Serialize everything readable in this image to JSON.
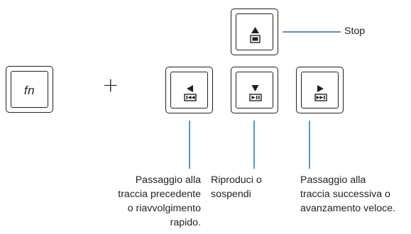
{
  "keys": {
    "fn": {
      "label": "fn",
      "icon": "fn-key-label"
    },
    "plus": "+",
    "stop": {
      "icons": [
        "eject-triangle-icon",
        "stop-square-icon"
      ]
    },
    "previous": {
      "icons": [
        "left-triangle-icon",
        "rewind-icon"
      ]
    },
    "play": {
      "icons": [
        "down-triangle-icon",
        "play-pause-icon"
      ]
    },
    "next": {
      "icons": [
        "right-triangle-icon",
        "fast-forward-icon"
      ]
    }
  },
  "labels": {
    "stop": "Stop",
    "previous": "Passaggio alla\ntraccia precedente\no riavvolgimento\nrapido.",
    "play": "Riproduci o\nsospendi",
    "next": "Passaggio alla\ntraccia successiva o\navanzamento veloce."
  },
  "colors": {
    "line": "#1b75bc",
    "key_stroke": "#231f20",
    "text": "#231f20"
  }
}
